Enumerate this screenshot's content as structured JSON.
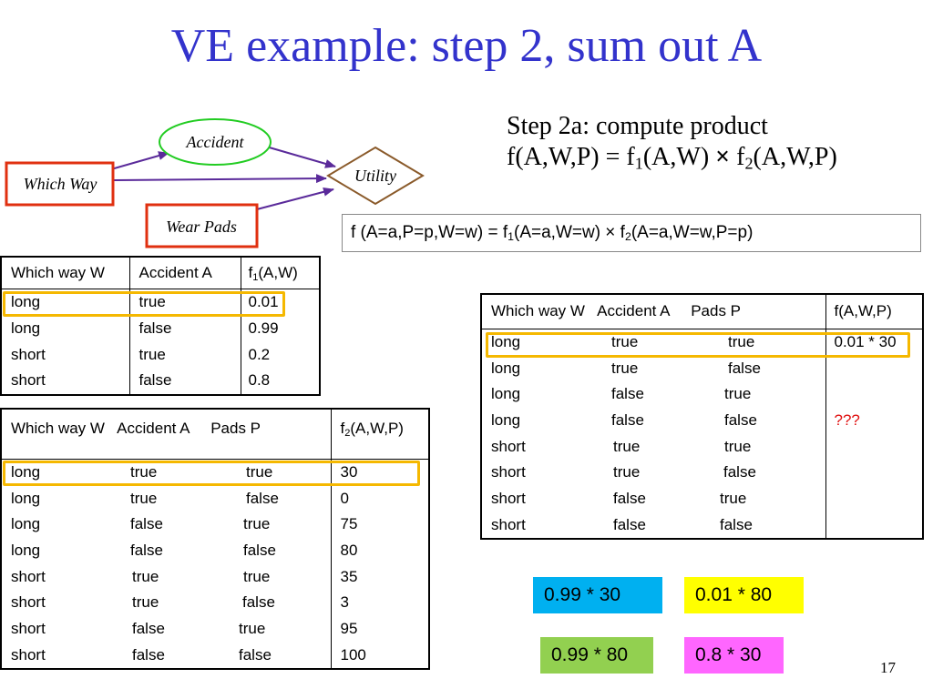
{
  "slide": {
    "title": "VE example: step 2, sum out A",
    "step_line1": "Step 2a: compute product",
    "step_line2": {
      "a": "f(A,W,P) = f",
      "b": "1",
      "c": "(A,W) ",
      "d": "×",
      "e": " f",
      "f": "2",
      "g": "(A,W,P)"
    },
    "formula": {
      "a": "f (A=a,P=p,W=w)  =  f",
      "b": "1",
      "c": "(A=a,W=w) × f",
      "d": "2",
      "e": "(A=a,W=w,P=p)"
    },
    "page_number": "17"
  },
  "diagram": {
    "nodes": {
      "accident": "Accident",
      "which_way": "Which Way",
      "wear_pads": "Wear Pads",
      "utility": "Utility"
    },
    "colors": {
      "accident": "#22cc22",
      "decision": "#e03010",
      "utility": "#8a5a2a",
      "arrow": "#5a2a9a"
    }
  },
  "table_f1": {
    "headers": [
      "Which way W",
      "Accident A",
      "f",
      "1",
      "(A,W)"
    ],
    "rows": [
      [
        "long",
        "true",
        "0.01"
      ],
      [
        "long",
        "false",
        "0.99"
      ],
      [
        "short",
        "true",
        "0.2"
      ],
      [
        "short",
        "false",
        "0.8"
      ]
    ]
  },
  "table_f2": {
    "headers": [
      "Which way W   Accident A     Pads P",
      "f",
      "2",
      "(A,W,P)"
    ],
    "rows": [
      [
        "long",
        "true",
        "true",
        "30"
      ],
      [
        "long",
        "true",
        "false",
        "0"
      ],
      [
        "long",
        "false",
        "true",
        "75"
      ],
      [
        "long",
        "false",
        "false",
        "80"
      ],
      [
        "short",
        "true",
        "true",
        "35"
      ],
      [
        "short",
        "true",
        "false",
        "3"
      ],
      [
        "short",
        "false",
        "true",
        "95"
      ],
      [
        "short",
        "false",
        "false",
        "100"
      ]
    ]
  },
  "table_f": {
    "headers": [
      "Which way W   Accident A     Pads P",
      "f(A,W,P)"
    ],
    "rows": [
      [
        "long",
        "true",
        "true",
        "0.01 * 30"
      ],
      [
        "long",
        "true",
        "false",
        ""
      ],
      [
        "long",
        "false",
        "true",
        ""
      ],
      [
        "long",
        "false",
        "false",
        "???"
      ],
      [
        "short",
        "true",
        "true",
        ""
      ],
      [
        "short",
        "true",
        "false",
        ""
      ],
      [
        "short",
        "false",
        "true",
        ""
      ],
      [
        "short",
        "false",
        "false",
        ""
      ]
    ]
  },
  "calc_boxes": [
    {
      "label": "0.99 * 30",
      "color": "#00b0f0"
    },
    {
      "label": "0.01 * 80",
      "color": "#ffff00"
    },
    {
      "label": "0.99 * 80",
      "color": "#92d050"
    },
    {
      "label": "0.8 * 30",
      "color": "#ff66ff"
    }
  ],
  "highlight_color": "#f5b800"
}
